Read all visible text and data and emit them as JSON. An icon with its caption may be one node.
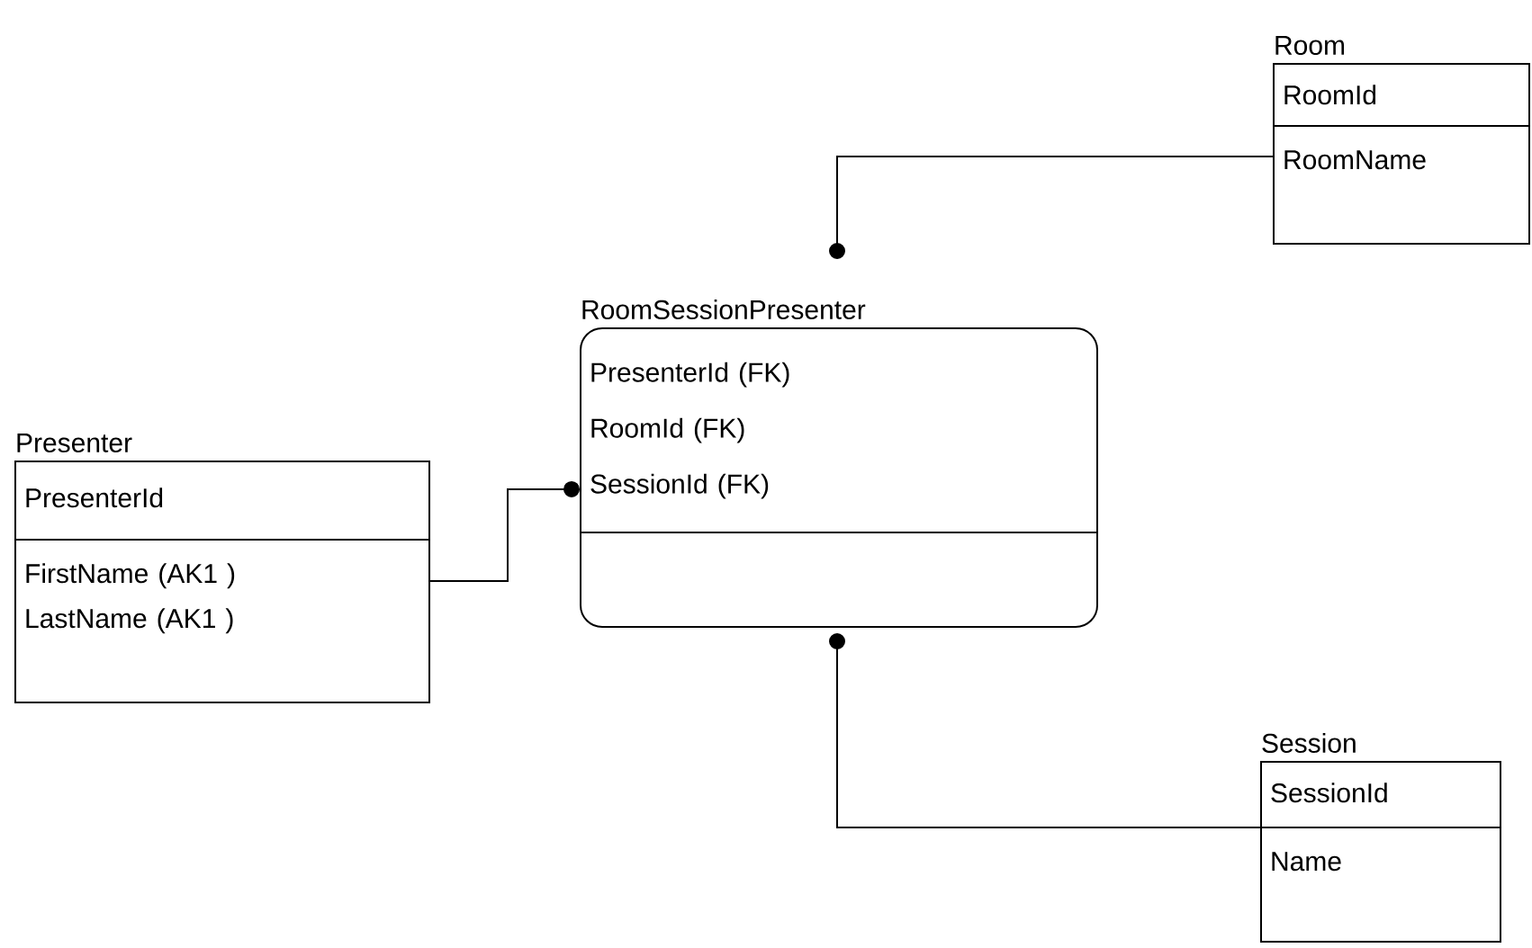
{
  "diagram": {
    "nodes": [
      {
        "text": [
          "Room",
          "RoomId",
          "RoomName"
        ]
      },
      {
        "text": [
          "RoomSessionPresenter",
          "PresenterId (FK) RoomId (FK) SessionId (FK)"
        ]
      },
      {
        "text": [
          "Presenter",
          "PresenterId",
          "FirstName (AK1 ) LastName (AK1 )"
        ]
      },
      {
        "text": [
          "Session",
          "SessionId",
          "Name"
        ]
      }
    ],
    "edges": [
      {
        "from": 0,
        "to": 1,
        "arrow": "other"
      },
      {
        "from": 2,
        "to": 1,
        "arrow": "other"
      },
      {
        "from": 3,
        "to": 1,
        "arrow": "other"
      }
    ]
  }
}
